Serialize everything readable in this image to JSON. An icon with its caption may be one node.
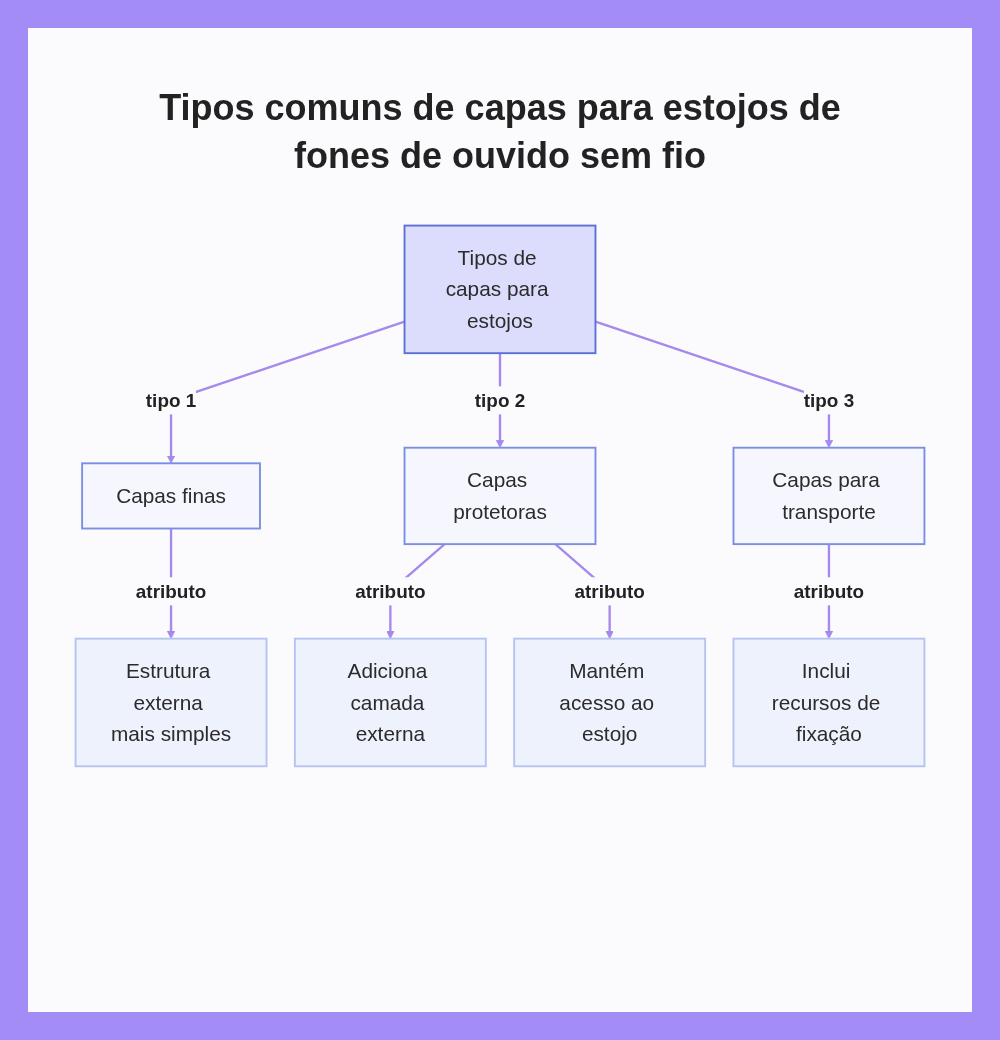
{
  "diagram": {
    "title": "Tipos comuns de capas para estojos de fones de ouvido sem fio",
    "nodes": [
      {
        "text": [
          "Tipos de capas para estojos"
        ]
      },
      {
        "text": [
          "Capas finas"
        ]
      },
      {
        "text": [
          "Capas protetoras"
        ]
      },
      {
        "text": [
          "Capas para transporte"
        ]
      },
      {
        "text": [
          "Estrutura externa mais simples"
        ]
      },
      {
        "text": [
          "Adiciona camada externa"
        ]
      },
      {
        "text": [
          "Mantém acesso ao estojo"
        ]
      },
      {
        "text": [
          "Inclui recursos de fixação"
        ]
      }
    ],
    "edges": [
      {
        "from": 0,
        "to": 1,
        "arrow": "to",
        "label": "tipo 1"
      },
      {
        "from": 0,
        "to": 2,
        "arrow": "to",
        "label": "tipo 2"
      },
      {
        "from": 0,
        "to": 3,
        "arrow": "to",
        "label": "tipo 3"
      },
      {
        "from": 1,
        "to": 4,
        "arrow": "to",
        "label": "atributo"
      },
      {
        "from": 2,
        "to": 5,
        "arrow": "to",
        "label": "atributo"
      },
      {
        "from": 2,
        "to": 6,
        "arrow": "to",
        "label": "atributo"
      },
      {
        "from": 3,
        "to": 7,
        "arrow": "to",
        "label": "atributo"
      }
    ]
  }
}
